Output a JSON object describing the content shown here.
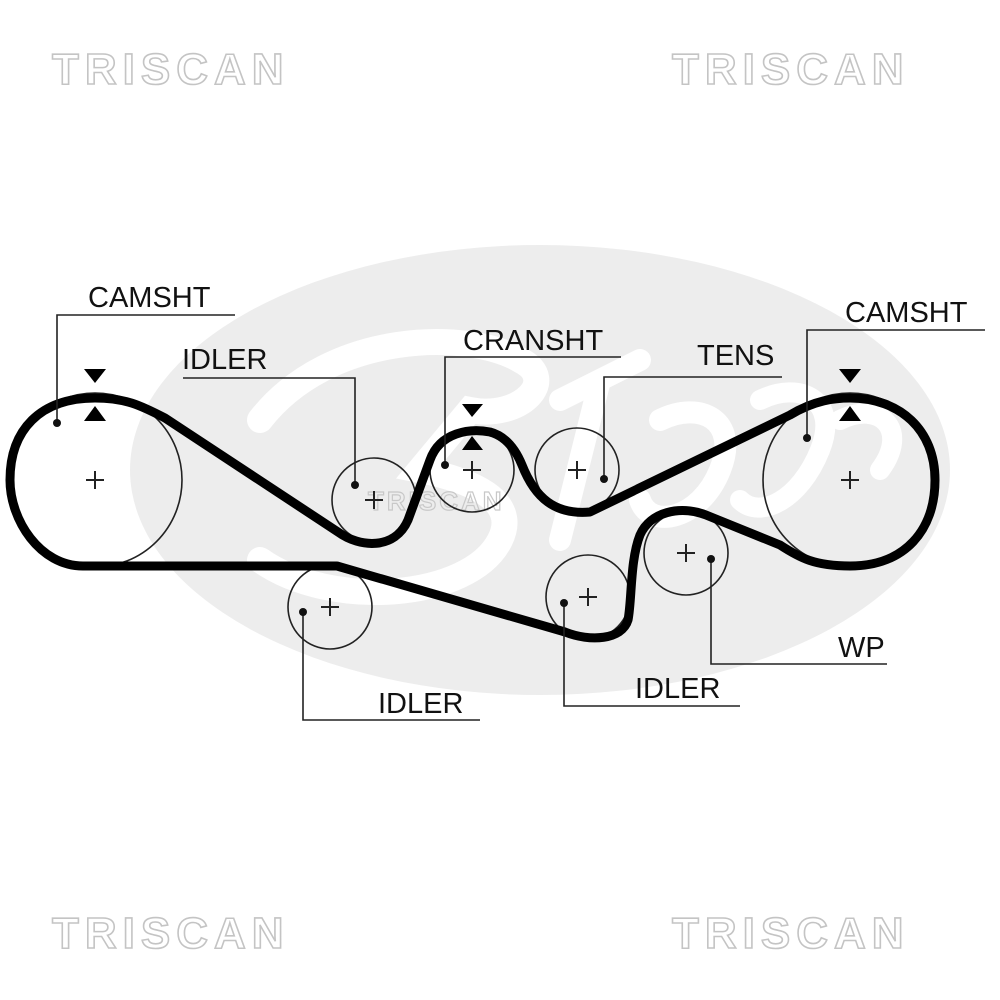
{
  "watermarks": {
    "top_left": "TRISCAN",
    "top_right": "TRISCAN",
    "bottom_left": "TRISCAN",
    "bottom_right": "TRISCAN",
    "center": "TRISCAN"
  },
  "logo": {
    "name": "gates-logo"
  },
  "labels": {
    "camshaft_left": "CAMSHT",
    "idler_upper": "IDLER",
    "crankshaft": "CRANSHT",
    "tensioner": "TENS",
    "camshaft_right": "CAMSHT",
    "idler_lower_left": "IDLER",
    "idler_lower_right": "IDLER",
    "water_pump": "WP"
  },
  "colors": {
    "belt": "#000000",
    "outline": "#222222",
    "watermark": "#c4c4c4",
    "logo": "#ececec"
  }
}
